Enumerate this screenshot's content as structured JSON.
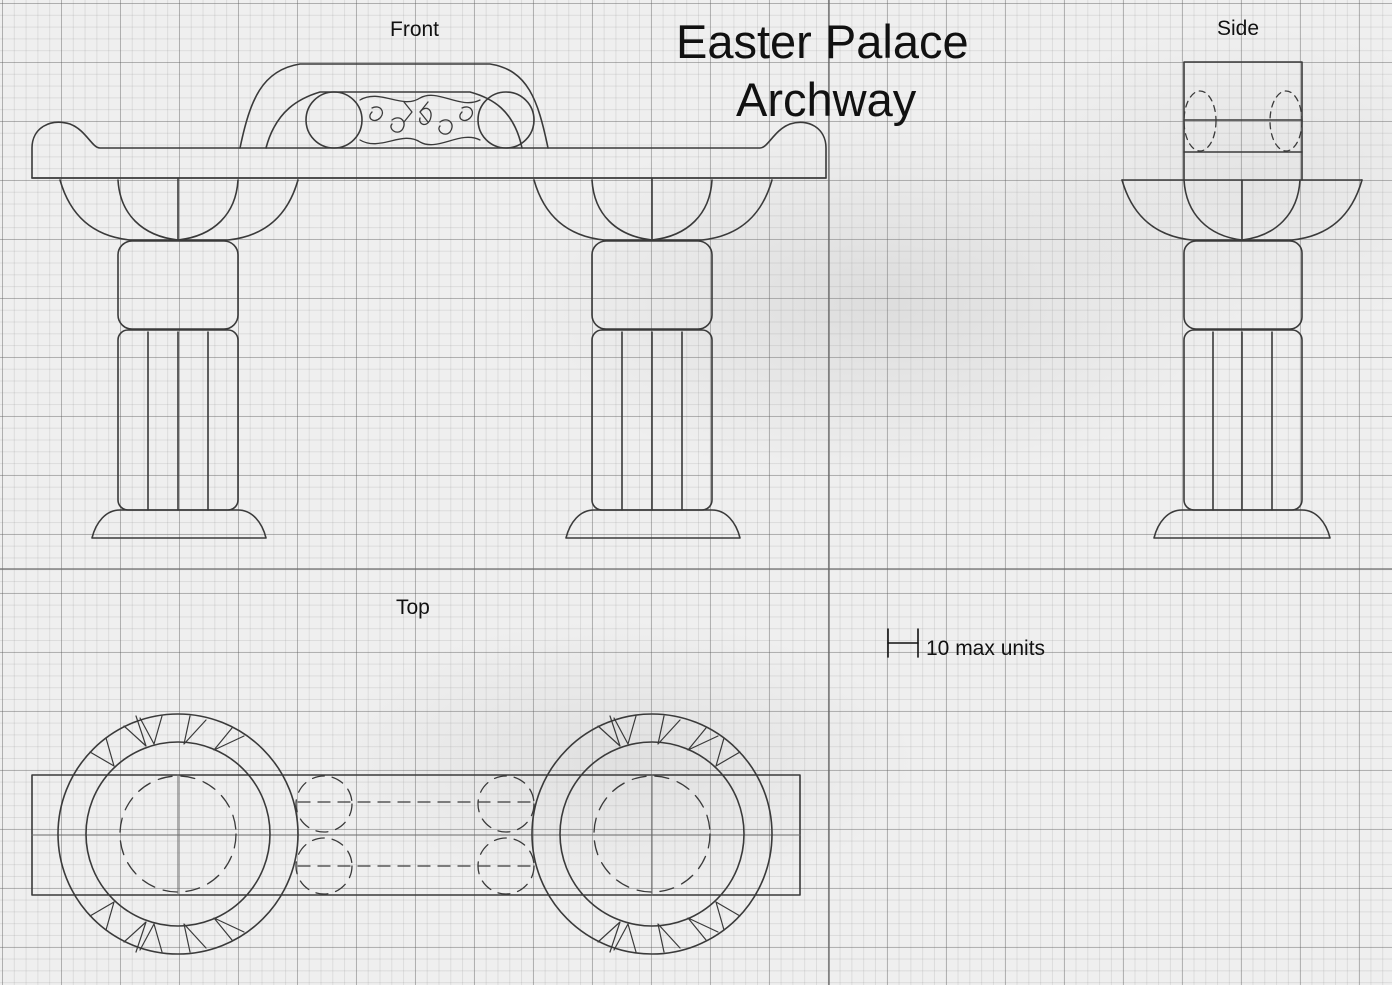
{
  "title": {
    "line1": "Easter Palace",
    "line2": "Archway"
  },
  "views": {
    "front": "Front",
    "side": "Side",
    "top": "Top"
  },
  "scale": {
    "label": "10 max units"
  },
  "palette": {
    "paper": "#efefef",
    "grid_major": "#8a8a8a",
    "grid_minor": "#c4c4c4",
    "pencil": "#3a3a3a"
  }
}
